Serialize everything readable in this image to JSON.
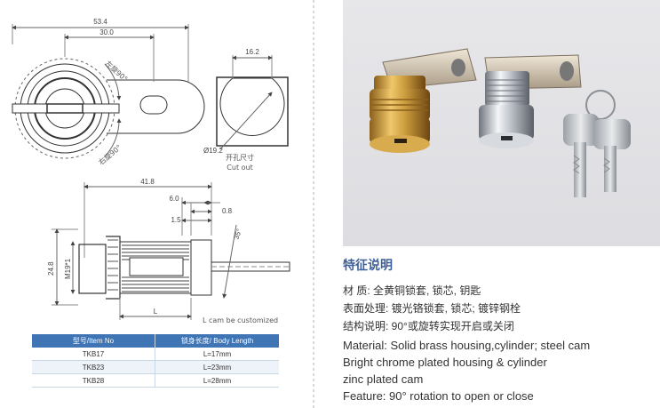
{
  "drawing": {
    "dims": {
      "overall_width": "53.4",
      "cam_width": "30.0",
      "cutout_width": "16.2",
      "cutout_diameter": "Ø19.2",
      "body_length": "41.8",
      "d6": "6.0",
      "d08": "0.8",
      "d15": "1.5",
      "angle": "35°",
      "height": "24.8",
      "thread": "M19*1",
      "length": "L"
    },
    "rotation_left": "左旋90°",
    "rotation_right": "右旋90°",
    "cutout_label_cn": "开孔尺寸",
    "cutout_label_en": "Cut out",
    "customize_note": "L cam be customized"
  },
  "table": {
    "headers": [
      "型号/Item No",
      "锁身长度/ Body Length"
    ],
    "rows": [
      [
        "TKB17",
        "L=17mm"
      ],
      [
        "TKB23",
        "L=23mm"
      ],
      [
        "TKB28",
        "L=28mm"
      ]
    ]
  },
  "features": {
    "title": "特征说明",
    "cn_lines": [
      "材      质: 全黄铜锁套, 锁芯, 钥匙",
      "表面处理: 镀光铬锁套, 锁芯;   镀锌钢栓",
      "结构说明: 90°或旋转实现开启或关闭"
    ],
    "en_lines": [
      "Material: Solid brass housing,cylinder;  steel cam",
      "Bright chrome plated housing & cylinder",
      "zinc plated cam",
      "Feature: 90° rotation to open or close"
    ]
  },
  "colors": {
    "table_header": "#3f74b5",
    "title": "#3d5f9a",
    "brass": "#c99a3c",
    "chrome": "#c8ccd2"
  }
}
